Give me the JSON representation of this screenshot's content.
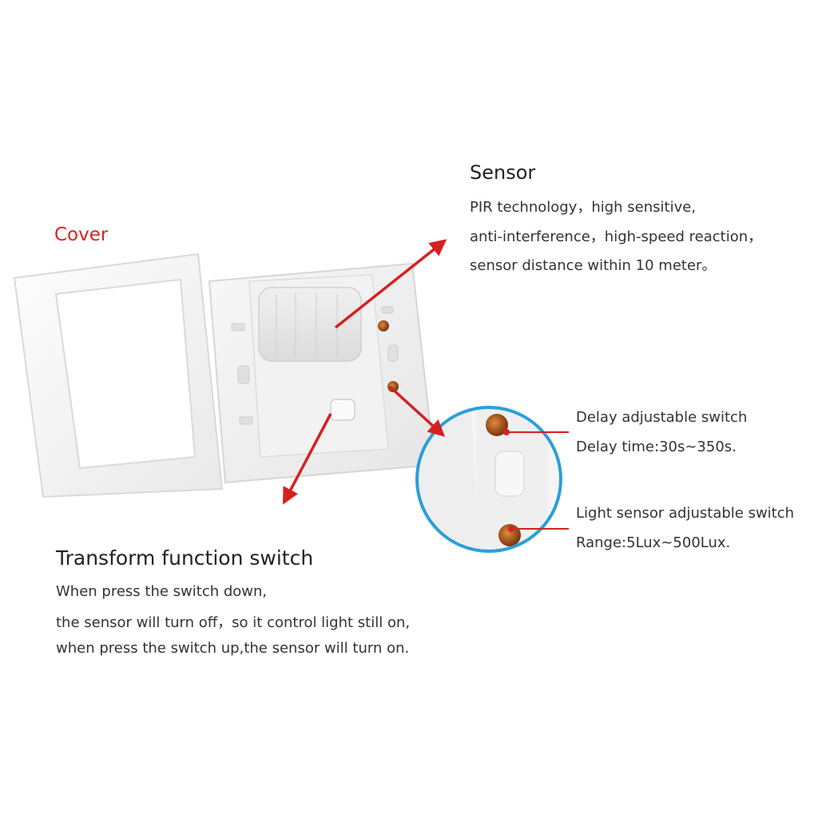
{
  "cover": {
    "title": "Cover"
  },
  "sensor": {
    "title": "Sensor",
    "lines": [
      "PIR technology，high sensitive,",
      "anti-interference，high-speed reaction，",
      "sensor distance within 10 meter。"
    ]
  },
  "delay": {
    "title": "Delay adjustable switch",
    "range": "Delay time:30s~350s."
  },
  "light": {
    "title": "Light sensor adjustable switch",
    "range": "Range:5Lux~500Lux."
  },
  "transform": {
    "title": "Transform function switch",
    "lines": [
      "When press the switch down,",
      "the sensor will turn off，so it control light still on,",
      "when press the switch up,the sensor will turn on."
    ]
  },
  "colors": {
    "arrow": "#d62020",
    "zoom_ring": "#2a9fd8",
    "knob": "#b5571d",
    "plastic": "#f4f4f4"
  }
}
